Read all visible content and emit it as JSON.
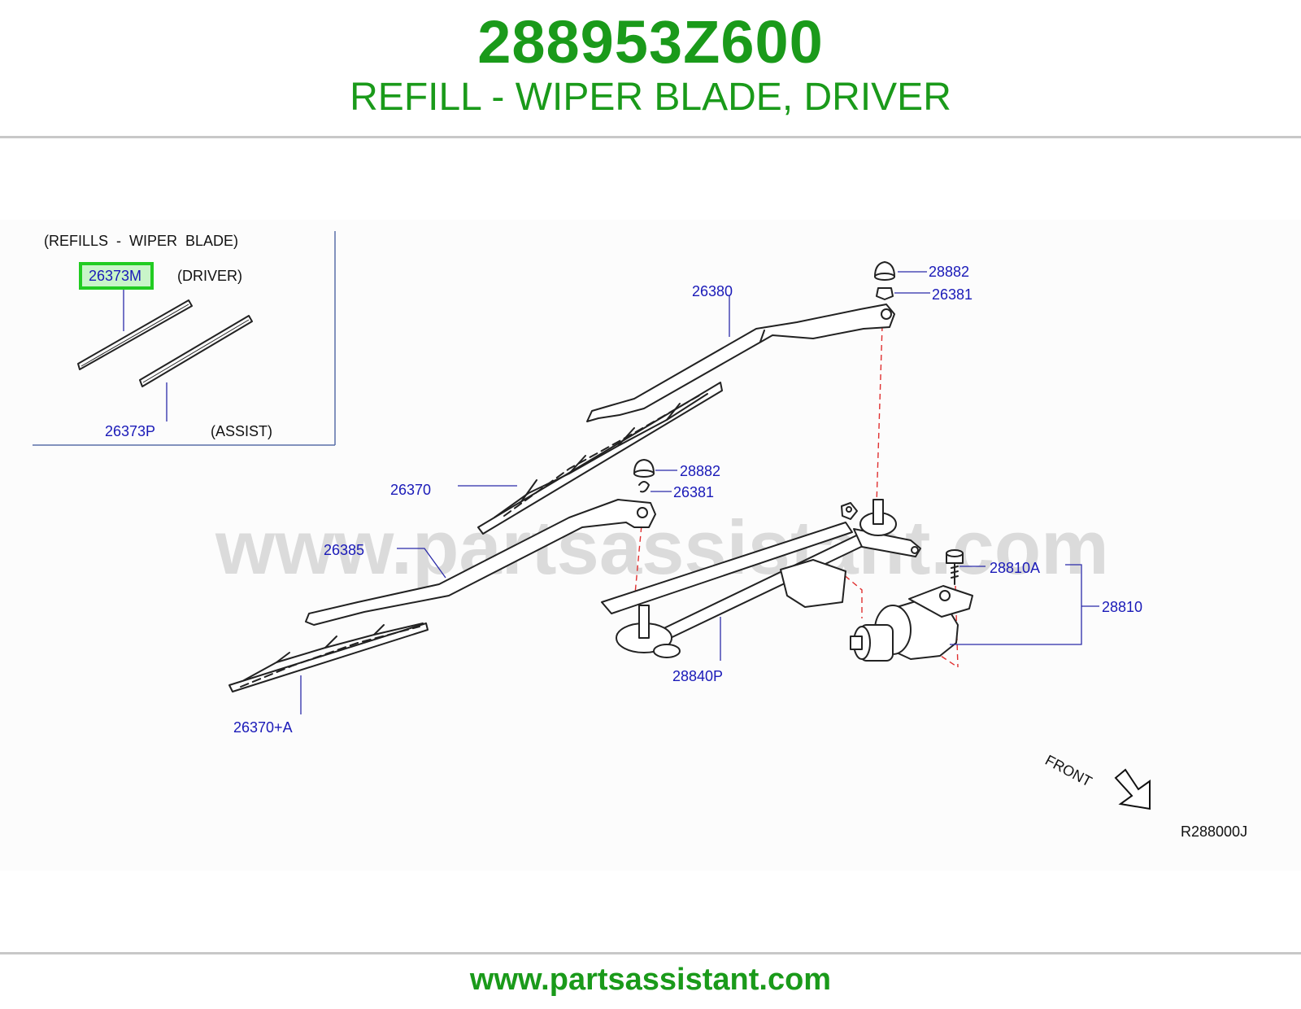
{
  "header": {
    "part_number": "288953Z600",
    "description": "REFILL - WIPER BLADE, DRIVER"
  },
  "watermark": "www.partsassistant.com",
  "footer": {
    "url": "www.partsassistant.com"
  },
  "colors": {
    "brand_green": "#1a9a1a",
    "callout_blue": "#1a1ab8",
    "highlight_green": "#22cc22",
    "guide_red": "#e03030"
  },
  "inset": {
    "title": "(REFILLS  -  WIPER  BLADE)",
    "driver_part": "26373M",
    "driver_label": "(DRIVER)",
    "assist_part": "26373P",
    "assist_label": "(ASSIST)"
  },
  "callouts": {
    "c26380": "26380",
    "c28882_top": "28882",
    "c26381_top": "26381",
    "c26370": "26370",
    "c28882_mid": "28882",
    "c26381_mid": "26381",
    "c26385": "26385",
    "c28810A": "28810A",
    "c28810": "28810",
    "c28840P": "28840P",
    "c26370A": "26370+A"
  },
  "front_label": "FRONT",
  "diagram_code": "R288000J"
}
